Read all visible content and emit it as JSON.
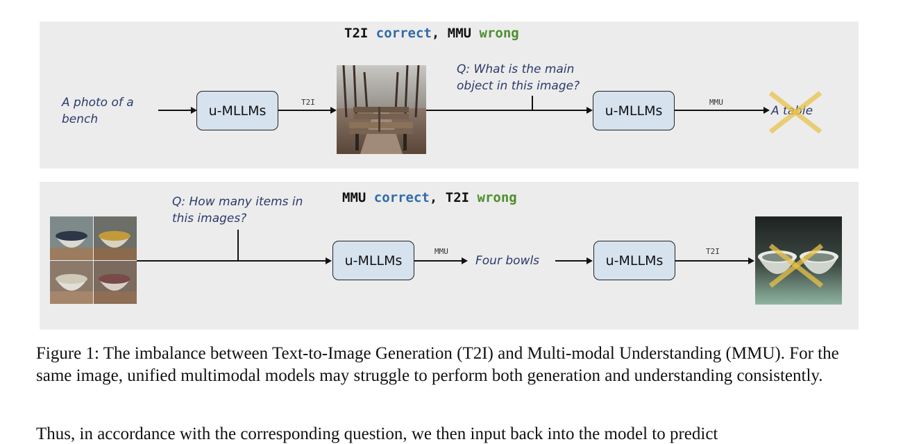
{
  "panel_top": {
    "title_a": "T2I",
    "title_b": "correct",
    "title_c": ",",
    "title_d": "MMU",
    "title_e": "wrong",
    "prompt_line1": "A photo of a",
    "prompt_line2": "bench",
    "model1": "u-MLLMs",
    "edge1": "T2I",
    "question_line1": "Q: What is the main",
    "question_line2": "object in this image?",
    "model2": "u-MLLMs",
    "edge2": "MMU",
    "answer": "A table"
  },
  "panel_bottom": {
    "title_a": "MMU",
    "title_b": "correct",
    "title_c": ",",
    "title_d": "T2I",
    "title_e": "wrong",
    "question_line1": "Q: How many items in",
    "question_line2": "this images?",
    "model1": "u-MLLMs",
    "edge1": "MMU",
    "answer": "Four bowls",
    "model2": "u-MLLMs",
    "edge2": "T2I"
  },
  "caption": "Figure 1: The imbalance between Text-to-Image Generation (T2I) and Multi-modal Understanding (MMU). For the same image, unified multimodal models may struggle to perform both generation and understanding consistently.",
  "body_text_partial": "Thus, in accordance with the corresponding question, we then input back into the model to predict",
  "colors": {
    "panel_bg": "#ececec",
    "box_fill": "#d6e2ee",
    "correct_blue": "#2f6aa8",
    "wrong_green": "#4c8f2e",
    "cross_yellow": "#e8c34a",
    "italic_text": "#2b3a6b"
  }
}
